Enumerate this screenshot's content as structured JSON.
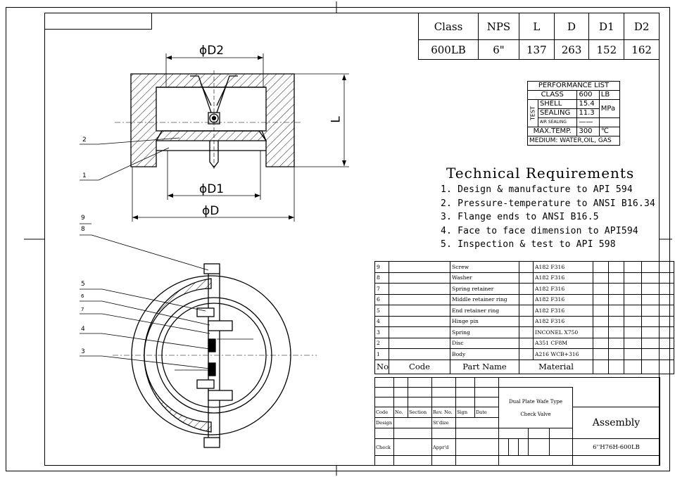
{
  "dimensions_table": {
    "headers": [
      "Class",
      "NPS",
      "L",
      "D",
      "D1",
      "D2"
    ],
    "values": [
      "600LB",
      "6\"",
      "137",
      "263",
      "152",
      "162"
    ]
  },
  "performance": {
    "title": "PERFORMANCE LIST",
    "class_label": "CLASS",
    "class_value": "600",
    "class_unit": "LB",
    "test_label": "TEST",
    "shell_label": "SHELL",
    "shell_value": "15.4",
    "sealing_label": "SEALING",
    "sealing_value": "11.3",
    "pressure_unit": "MPa",
    "air_label": "AIR SEALING",
    "air_value": "——",
    "temp_label": "MAX.TEMP.",
    "temp_value": "300",
    "temp_unit": "℃",
    "medium": "MEDIUM: WATER,OIL, GAS"
  },
  "technical": {
    "heading": "Technical Requirements",
    "items": [
      "1. Design & manufacture to API 594",
      "2. Pressure-temperature to ANSI B16.34",
      "3. Flange ends to ANSI B16.5",
      "4. Face to face dimension to API594",
      "5. Inspection & test to API 598"
    ]
  },
  "drawing_labels": {
    "d2": "ϕD2",
    "d1": "ϕD1",
    "d": "ϕD",
    "l": "L",
    "callouts": [
      "1",
      "2",
      "3",
      "4",
      "5",
      "6",
      "7",
      "8",
      "9"
    ]
  },
  "parts_list": {
    "rows": [
      {
        "no": "9",
        "code": "",
        "name": "Screw",
        "material": "A182 F316"
      },
      {
        "no": "8",
        "code": "",
        "name": "Washer",
        "material": "A182 F316"
      },
      {
        "no": "7",
        "code": "",
        "name": "Spring retainer",
        "material": "A182 F316"
      },
      {
        "no": "6",
        "code": "",
        "name": "Middle retainer ring",
        "material": "A182 F316"
      },
      {
        "no": "5",
        "code": "",
        "name": "End retainer ring",
        "material": "A182 F316"
      },
      {
        "no": "4",
        "code": "",
        "name": "Hinge pin",
        "material": "A182 F316"
      },
      {
        "no": "3",
        "code": "",
        "name": "Spring",
        "material": "INCONEL X750"
      },
      {
        "no": "2",
        "code": "",
        "name": "Disc",
        "material": "A351 CF8M"
      },
      {
        "no": "1",
        "code": "",
        "name": "Body",
        "material": "A216 WCB+316"
      }
    ],
    "header": {
      "no": "No.",
      "code": "Code",
      "name": "Part Name",
      "material": "Material"
    }
  },
  "title_block": {
    "description_line1": "Dual Plate Wafe Type",
    "description_line2": "Check Valve",
    "assembly": "Assembly",
    "drawing_no": "6''H76H-600LB",
    "code": "Code",
    "no": "No.",
    "section": "Section",
    "rev_no": "Rev. No.",
    "sign": "Sign",
    "date": "Date",
    "design": "Design",
    "stdize": "St'dize",
    "check": "Check",
    "apprd": "Appr'd"
  }
}
